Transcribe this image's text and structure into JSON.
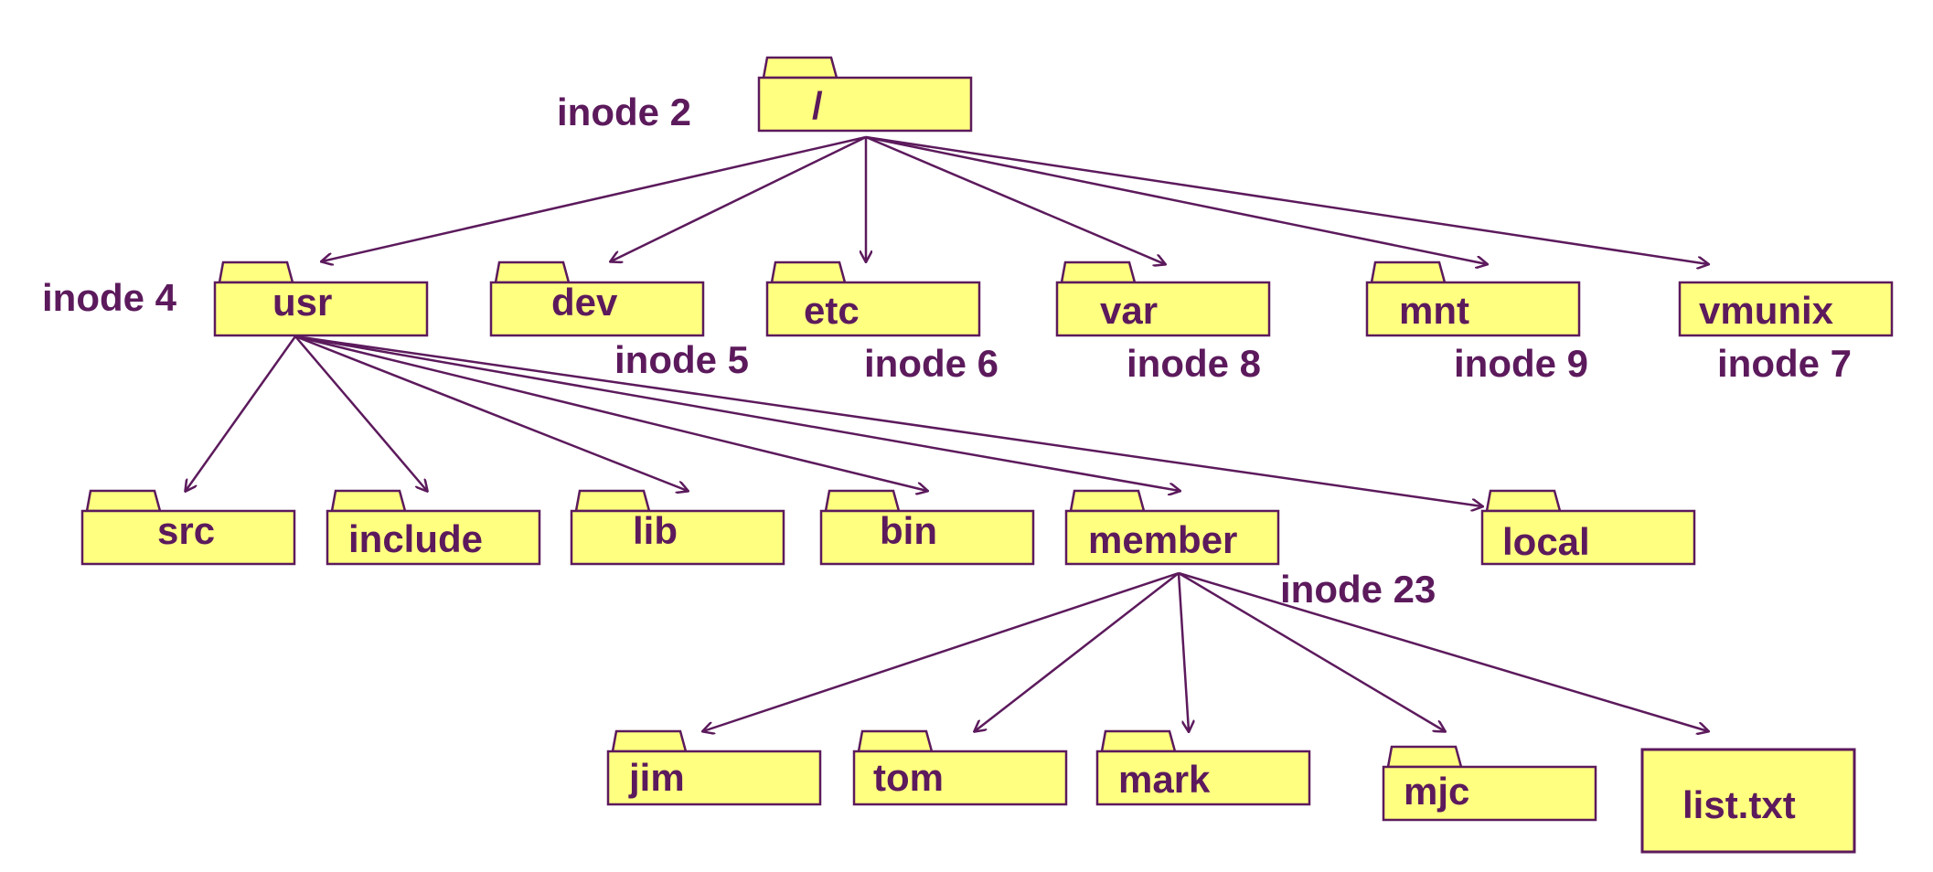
{
  "colors": {
    "folder_fill": "#ffff80",
    "stroke": "#5c1a5c",
    "text": "#5c1a5c",
    "background": "#ffffff"
  },
  "nodes": [
    {
      "id": "root",
      "label": "/",
      "kind": "folder",
      "icon": "folder-icon"
    },
    {
      "id": "usr",
      "label": "usr",
      "kind": "folder",
      "icon": "folder-icon"
    },
    {
      "id": "dev",
      "label": "dev",
      "kind": "folder",
      "icon": "folder-icon"
    },
    {
      "id": "etc",
      "label": "etc",
      "kind": "folder",
      "icon": "folder-icon"
    },
    {
      "id": "var",
      "label": "var",
      "kind": "folder",
      "icon": "folder-icon"
    },
    {
      "id": "mnt",
      "label": "mnt",
      "kind": "folder",
      "icon": "folder-icon"
    },
    {
      "id": "vmunix",
      "label": "vmunix",
      "kind": "folder",
      "icon": "folder-icon"
    },
    {
      "id": "src",
      "label": "src",
      "kind": "folder",
      "icon": "folder-icon"
    },
    {
      "id": "include",
      "label": "include",
      "kind": "folder",
      "icon": "folder-icon"
    },
    {
      "id": "lib",
      "label": "lib",
      "kind": "folder",
      "icon": "folder-icon"
    },
    {
      "id": "bin",
      "label": "bin",
      "kind": "folder",
      "icon": "folder-icon"
    },
    {
      "id": "member",
      "label": "member",
      "kind": "folder",
      "icon": "folder-icon"
    },
    {
      "id": "local",
      "label": "local",
      "kind": "folder",
      "icon": "folder-icon"
    },
    {
      "id": "jim",
      "label": "jim",
      "kind": "folder",
      "icon": "folder-icon"
    },
    {
      "id": "tom",
      "label": "tom",
      "kind": "folder",
      "icon": "folder-icon"
    },
    {
      "id": "mark",
      "label": "mark",
      "kind": "folder",
      "icon": "folder-icon"
    },
    {
      "id": "mjc",
      "label": "mjc",
      "kind": "folder",
      "icon": "folder-icon"
    },
    {
      "id": "list_txt",
      "label": "list.txt",
      "kind": "file",
      "icon": "file-icon"
    }
  ],
  "inode_labels": [
    {
      "id": "inode_2",
      "text": "inode 2"
    },
    {
      "id": "inode_4",
      "text": "inode 4"
    },
    {
      "id": "inode_5",
      "text": "inode 5"
    },
    {
      "id": "inode_6",
      "text": "inode 6"
    },
    {
      "id": "inode_8",
      "text": "inode 8"
    },
    {
      "id": "inode_9",
      "text": "inode 9"
    },
    {
      "id": "inode_7",
      "text": "inode 7"
    },
    {
      "id": "inode_23",
      "text": "inode 23"
    }
  ],
  "edges": [
    {
      "from": "root",
      "to": "usr"
    },
    {
      "from": "root",
      "to": "dev"
    },
    {
      "from": "root",
      "to": "etc"
    },
    {
      "from": "root",
      "to": "var"
    },
    {
      "from": "root",
      "to": "mnt"
    },
    {
      "from": "root",
      "to": "vmunix"
    },
    {
      "from": "usr",
      "to": "src"
    },
    {
      "from": "usr",
      "to": "include"
    },
    {
      "from": "usr",
      "to": "lib"
    },
    {
      "from": "usr",
      "to": "bin"
    },
    {
      "from": "usr",
      "to": "member"
    },
    {
      "from": "usr",
      "to": "local"
    },
    {
      "from": "member",
      "to": "jim"
    },
    {
      "from": "member",
      "to": "tom"
    },
    {
      "from": "member",
      "to": "mark"
    },
    {
      "from": "member",
      "to": "mjc"
    },
    {
      "from": "member",
      "to": "list_txt"
    }
  ]
}
